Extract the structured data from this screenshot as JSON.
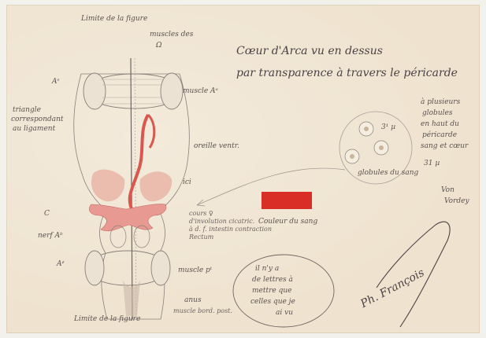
{
  "labels": {
    "top_margin_note": "Limite de la figure",
    "title_line_1": "Cœur d'Arca vu en dessus",
    "title_line_2": "par transparence à travers le péricarde",
    "sup_label": "Aˢ",
    "muscle_sup": "muscle Aᵘ",
    "left_note_1": "triangle",
    "left_note_2": "correspondant",
    "left_note_3": "au ligament",
    "top_small_1": "muscles des",
    "top_small_2": "Ω",
    "auricle_note": "oreille ventr.",
    "ici": "ici",
    "c_label": "C",
    "cavity_1": "cours ♀",
    "cavity_2": "d'involution cicatric.",
    "cavity_3": "à d. f. intestin contraction",
    "cavity_4": "Rectum",
    "swatch_label": "Couleur du sang",
    "nerf_label": "nerf Aᵇ",
    "a2_label": "Aᶻ",
    "muscle_post": "muscle pᵗ",
    "anus_1": "anus",
    "anus_2": "muscle bord. post.",
    "bottom_note": "Limite de la figure",
    "cell_measure": "3¹ µ",
    "globules_label": "globules du sang",
    "globules_measure": "31 µ",
    "right_note_1": "à plusieurs",
    "right_note_2": "globules",
    "right_note_3": "en haut du",
    "right_note_4": "péricarde",
    "right_note_5": "sang et cœur",
    "far_right_1": "Von",
    "far_right_2": "Vordey",
    "circle_note_1": "il n'y a",
    "circle_note_2": "de lettres à",
    "circle_note_3": "mettre que",
    "circle_note_4": "celles que je",
    "circle_note_5": "ai vu",
    "signature": "Ph. François"
  },
  "colors": {
    "paper": "#efe3cf",
    "blood": "#d92e26",
    "vessel": "#d9574f",
    "pink_organ": "#e89a92",
    "ink": "#5a5150"
  }
}
